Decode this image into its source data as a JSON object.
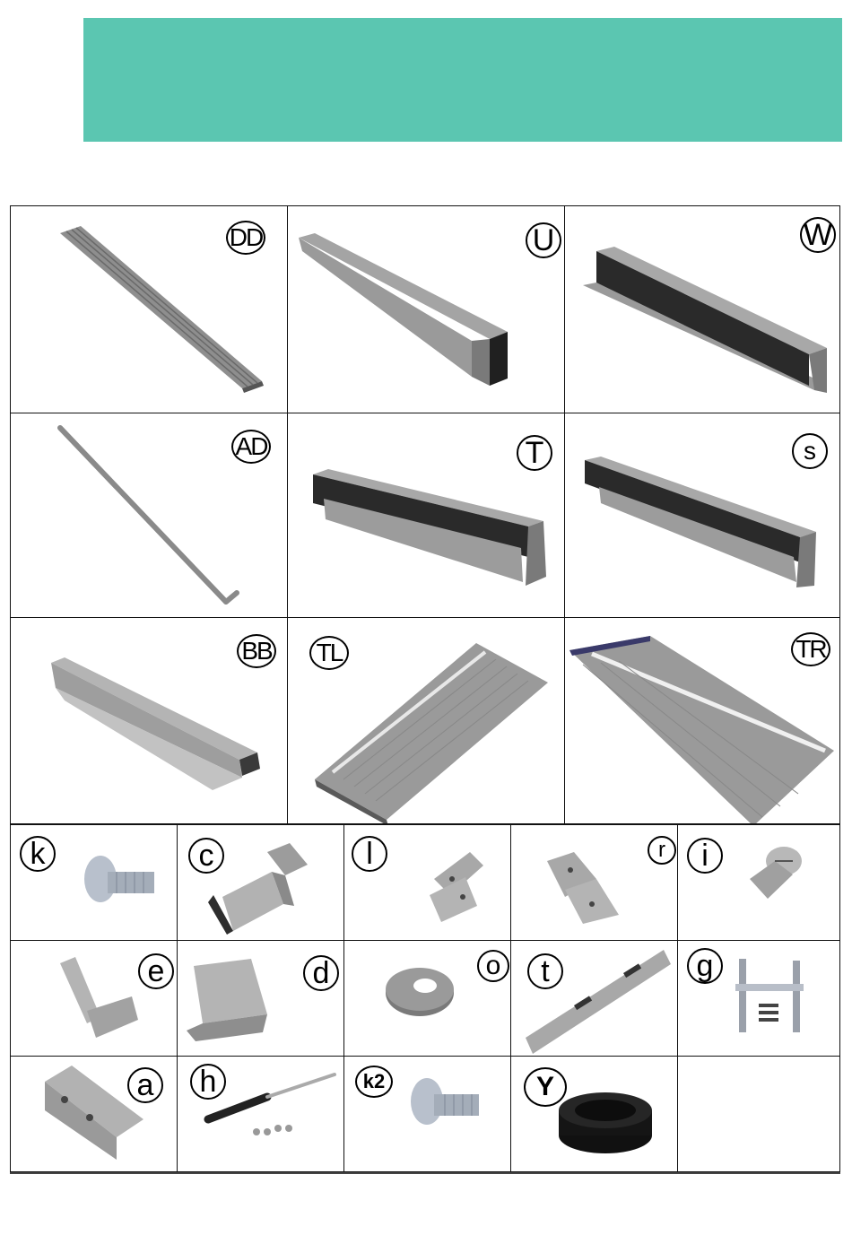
{
  "banner": {
    "color": "#5bc6b1"
  },
  "parts_large": [
    {
      "id": "DD",
      "icon": "ribbed-panel-icon"
    },
    {
      "id": "U",
      "icon": "u-channel-icon"
    },
    {
      "id": "W",
      "icon": "w-channel-icon"
    },
    {
      "id": "AD",
      "icon": "rod-icon"
    },
    {
      "id": "T",
      "icon": "t-rail-icon"
    },
    {
      "id": "s",
      "icon": "s-rail-icon"
    },
    {
      "id": "BB",
      "icon": "bb-rail-icon"
    },
    {
      "id": "TL",
      "icon": "left-door-panel-icon"
    },
    {
      "id": "TR",
      "icon": "right-door-panel-icon"
    }
  ],
  "parts_small": [
    {
      "id": "k",
      "icon": "pan-screw-icon"
    },
    {
      "id": "c",
      "icon": "bracket-icon"
    },
    {
      "id": "l",
      "icon": "left-hinge-icon"
    },
    {
      "id": "r",
      "icon": "right-hinge-icon"
    },
    {
      "id": "i",
      "icon": "countersunk-screw-icon"
    },
    {
      "id": "e",
      "icon": "corner-bracket-icon"
    },
    {
      "id": "d",
      "icon": "angle-bracket-icon"
    },
    {
      "id": "o",
      "icon": "washer-icon"
    },
    {
      "id": "t",
      "icon": "strike-plate-icon"
    },
    {
      "id": "g",
      "icon": "latch-set-icon"
    },
    {
      "id": "a",
      "icon": "z-bracket-icon"
    },
    {
      "id": "h",
      "icon": "gas-strut-icon"
    },
    {
      "id": "k2",
      "icon": "pan-screw-icon"
    },
    {
      "id": "Y",
      "icon": "rubber-roll-icon"
    }
  ]
}
